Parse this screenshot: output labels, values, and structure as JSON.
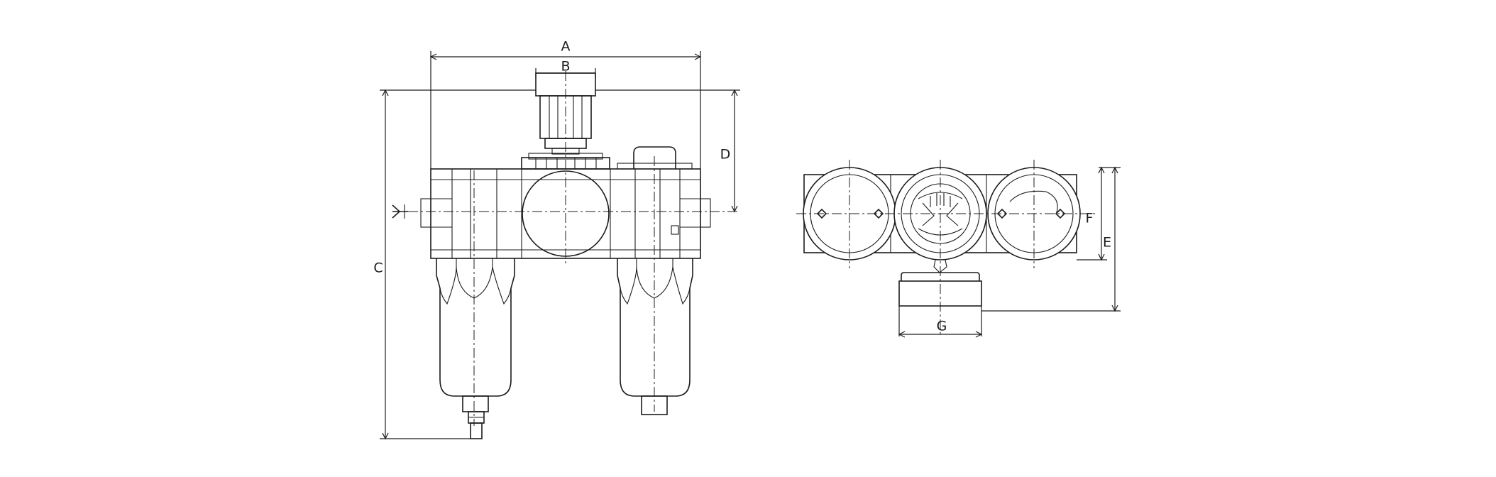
{
  "diagram": {
    "dimension_labels": {
      "a": "A",
      "b": "B",
      "c": "C",
      "d": "D",
      "e": "E",
      "f": "F",
      "g": "G"
    }
  }
}
